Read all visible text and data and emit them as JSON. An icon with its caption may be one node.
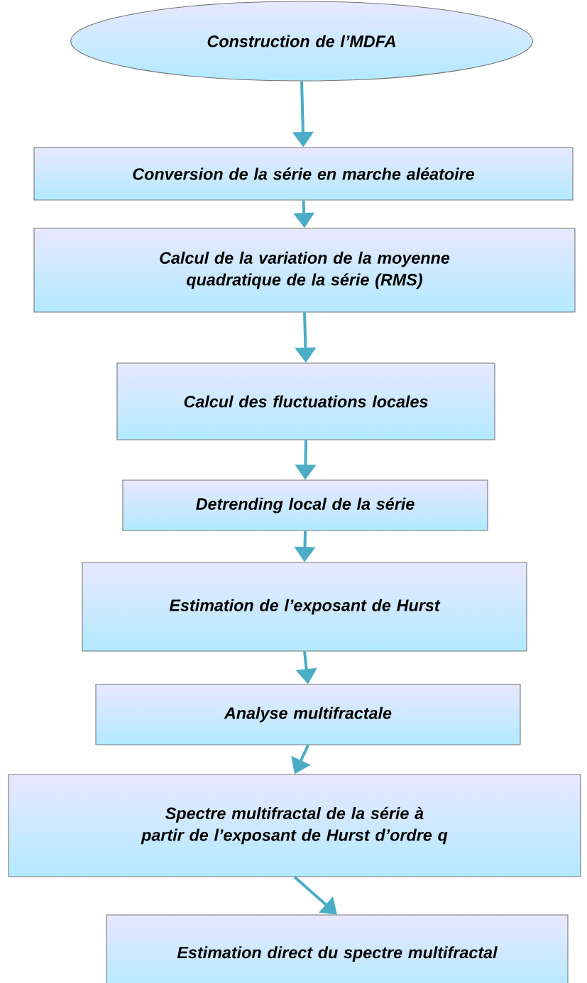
{
  "diagram": {
    "nodes": [
      {
        "text": [
          "Construction de l’MDFA"
        ]
      },
      {
        "text": [
          "Conversion de la série  en marche aléatoire"
        ]
      },
      {
        "text": [
          "Calcul de la variation de la moyenne quadratique de la série (RMS)"
        ]
      },
      {
        "text": [
          "Calcul des fluctuations locales"
        ]
      },
      {
        "text": [
          "Detrending local de la série"
        ]
      },
      {
        "text": [
          "Estimation de l’exposant de Hurst"
        ]
      },
      {
        "text": [
          "Analyse multifractale"
        ]
      },
      {
        "text": [
          "Spectre multifractal de la série à partir de l’exposant de Hurst d’ordre q"
        ]
      },
      {
        "text": [
          "Estimation direct du spectre multifractal"
        ]
      }
    ],
    "edges": [
      {
        "from": 0,
        "to": 1,
        "arrow": "to"
      },
      {
        "from": 1,
        "to": 2,
        "arrow": "to"
      },
      {
        "from": 2,
        "to": 3,
        "arrow": "to"
      },
      {
        "from": 3,
        "to": 4,
        "arrow": "to"
      },
      {
        "from": 4,
        "to": 5,
        "arrow": "to"
      },
      {
        "from": 5,
        "to": 6,
        "arrow": "to"
      },
      {
        "from": 6,
        "to": 7,
        "arrow": "to"
      },
      {
        "from": 7,
        "to": 8,
        "arrow": "to"
      }
    ]
  }
}
